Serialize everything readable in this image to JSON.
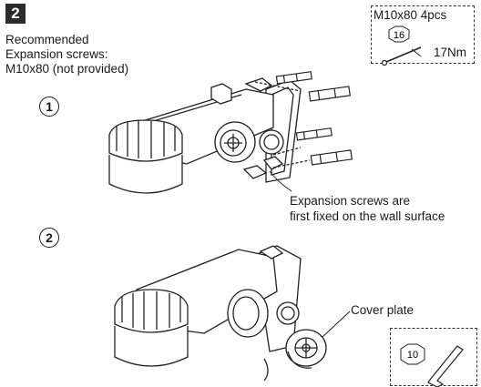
{
  "step": {
    "number": "2"
  },
  "recommendation": {
    "line1": "Recommended",
    "line2": "Expansion screws:",
    "line3": "M10x80 (not provided)"
  },
  "spec": {
    "title": "M10x80  4pcs",
    "part_number": "16",
    "torque": "17Nm"
  },
  "substeps": [
    {
      "number": "1"
    },
    {
      "number": "2"
    }
  ],
  "notes": {
    "expansion_line1": "Expansion screws are",
    "expansion_line2": "first fixed on the wall surface",
    "cover_plate": "Cover plate"
  },
  "tool": {
    "part_number": "10",
    "icon": "hex-key-icon"
  }
}
